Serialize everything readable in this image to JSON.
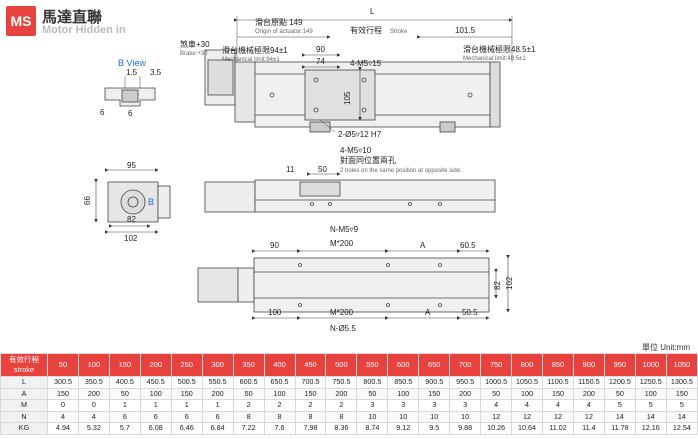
{
  "header": {
    "badge": "MS",
    "title_zh": "馬達直聯",
    "title_en": "Motor Hidden in"
  },
  "view1": {
    "b_view": "B View",
    "b_15": "1.5",
    "b_35": "3.5",
    "b_6a": "6",
    "b_6b": "6",
    "L": "L",
    "origin": "滑台原點 149",
    "origin_en": "Origin of actuator:149",
    "stroke": "有效行程",
    "stroke_en": "Stroke",
    "d1015": "101.5",
    "brake": "煞車+30",
    "brake_en": "Brake:+30",
    "mech_l": "滑台機械極限94±1",
    "mech_l_en": "Mechanical limit:94±1",
    "d90": "90",
    "mech_r": "滑台機械極限48.5±1",
    "mech_r_en": "Mechanical limit:48.5±1",
    "d74": "74",
    "m5": "4-M5▿15",
    "d105": "105",
    "hole": "2-Ø5▿12 H7"
  },
  "view2": {
    "d95": "95",
    "d66": "66",
    "d82": "82",
    "d102": "102",
    "b_label": "B",
    "d11": "11",
    "d50": "50",
    "m510": "4-M5▿10",
    "opp_zh": "對面同位置兩孔",
    "opp_en": "2 holes on the same position at opposite side."
  },
  "view3": {
    "nm59": "N-M5▿9",
    "d90": "90",
    "m200a": "M*200",
    "a1": "A",
    "d605": "60.5",
    "d82": "82",
    "d102": "102",
    "d100": "100",
    "m200b": "M*200",
    "a2": "A",
    "d505": "50.5",
    "nphi": "N-Ø5.5"
  },
  "unit": "單位 Unit:mm",
  "table": {
    "head_zh": "有效行程",
    "head_en": "stroke",
    "strokes": [
      "50",
      "100",
      "150",
      "200",
      "250",
      "300",
      "350",
      "400",
      "450",
      "500",
      "550",
      "600",
      "650",
      "700",
      "750",
      "800",
      "850",
      "900",
      "950",
      "1000",
      "1050"
    ],
    "rows": [
      {
        "label": "L",
        "values": [
          "300.5",
          "350.5",
          "400.5",
          "450.5",
          "500.5",
          "550.5",
          "600.5",
          "650.5",
          "700.5",
          "750.5",
          "800.5",
          "850.5",
          "900.5",
          "950.5",
          "1000.5",
          "1050.5",
          "1100.5",
          "1150.5",
          "1200.5",
          "1250.5",
          "1300.5"
        ]
      },
      {
        "label": "A",
        "values": [
          "150",
          "200",
          "50",
          "100",
          "150",
          "200",
          "50",
          "100",
          "150",
          "200",
          "50",
          "100",
          "150",
          "200",
          "50",
          "100",
          "150",
          "200",
          "50",
          "100",
          "150"
        ]
      },
      {
        "label": "M",
        "values": [
          "0",
          "0",
          "1",
          "1",
          "1",
          "1",
          "2",
          "2",
          "2",
          "2",
          "3",
          "3",
          "3",
          "3",
          "4",
          "4",
          "4",
          "4",
          "5",
          "5",
          "5"
        ]
      },
      {
        "label": "N",
        "values": [
          "4",
          "4",
          "6",
          "6",
          "6",
          "6",
          "8",
          "8",
          "8",
          "8",
          "10",
          "10",
          "10",
          "10",
          "12",
          "12",
          "12",
          "12",
          "14",
          "14",
          "14"
        ]
      },
      {
        "label": "KG",
        "values": [
          "4.94",
          "5.32",
          "5.7",
          "6.08",
          "6.46",
          "6.84",
          "7.22",
          "7.6",
          "7.98",
          "8.36",
          "8.74",
          "9.12",
          "9.5",
          "9.88",
          "10.26",
          "10.64",
          "11.02",
          "11.4",
          "11.78",
          "12.16",
          "12.54"
        ]
      }
    ]
  }
}
